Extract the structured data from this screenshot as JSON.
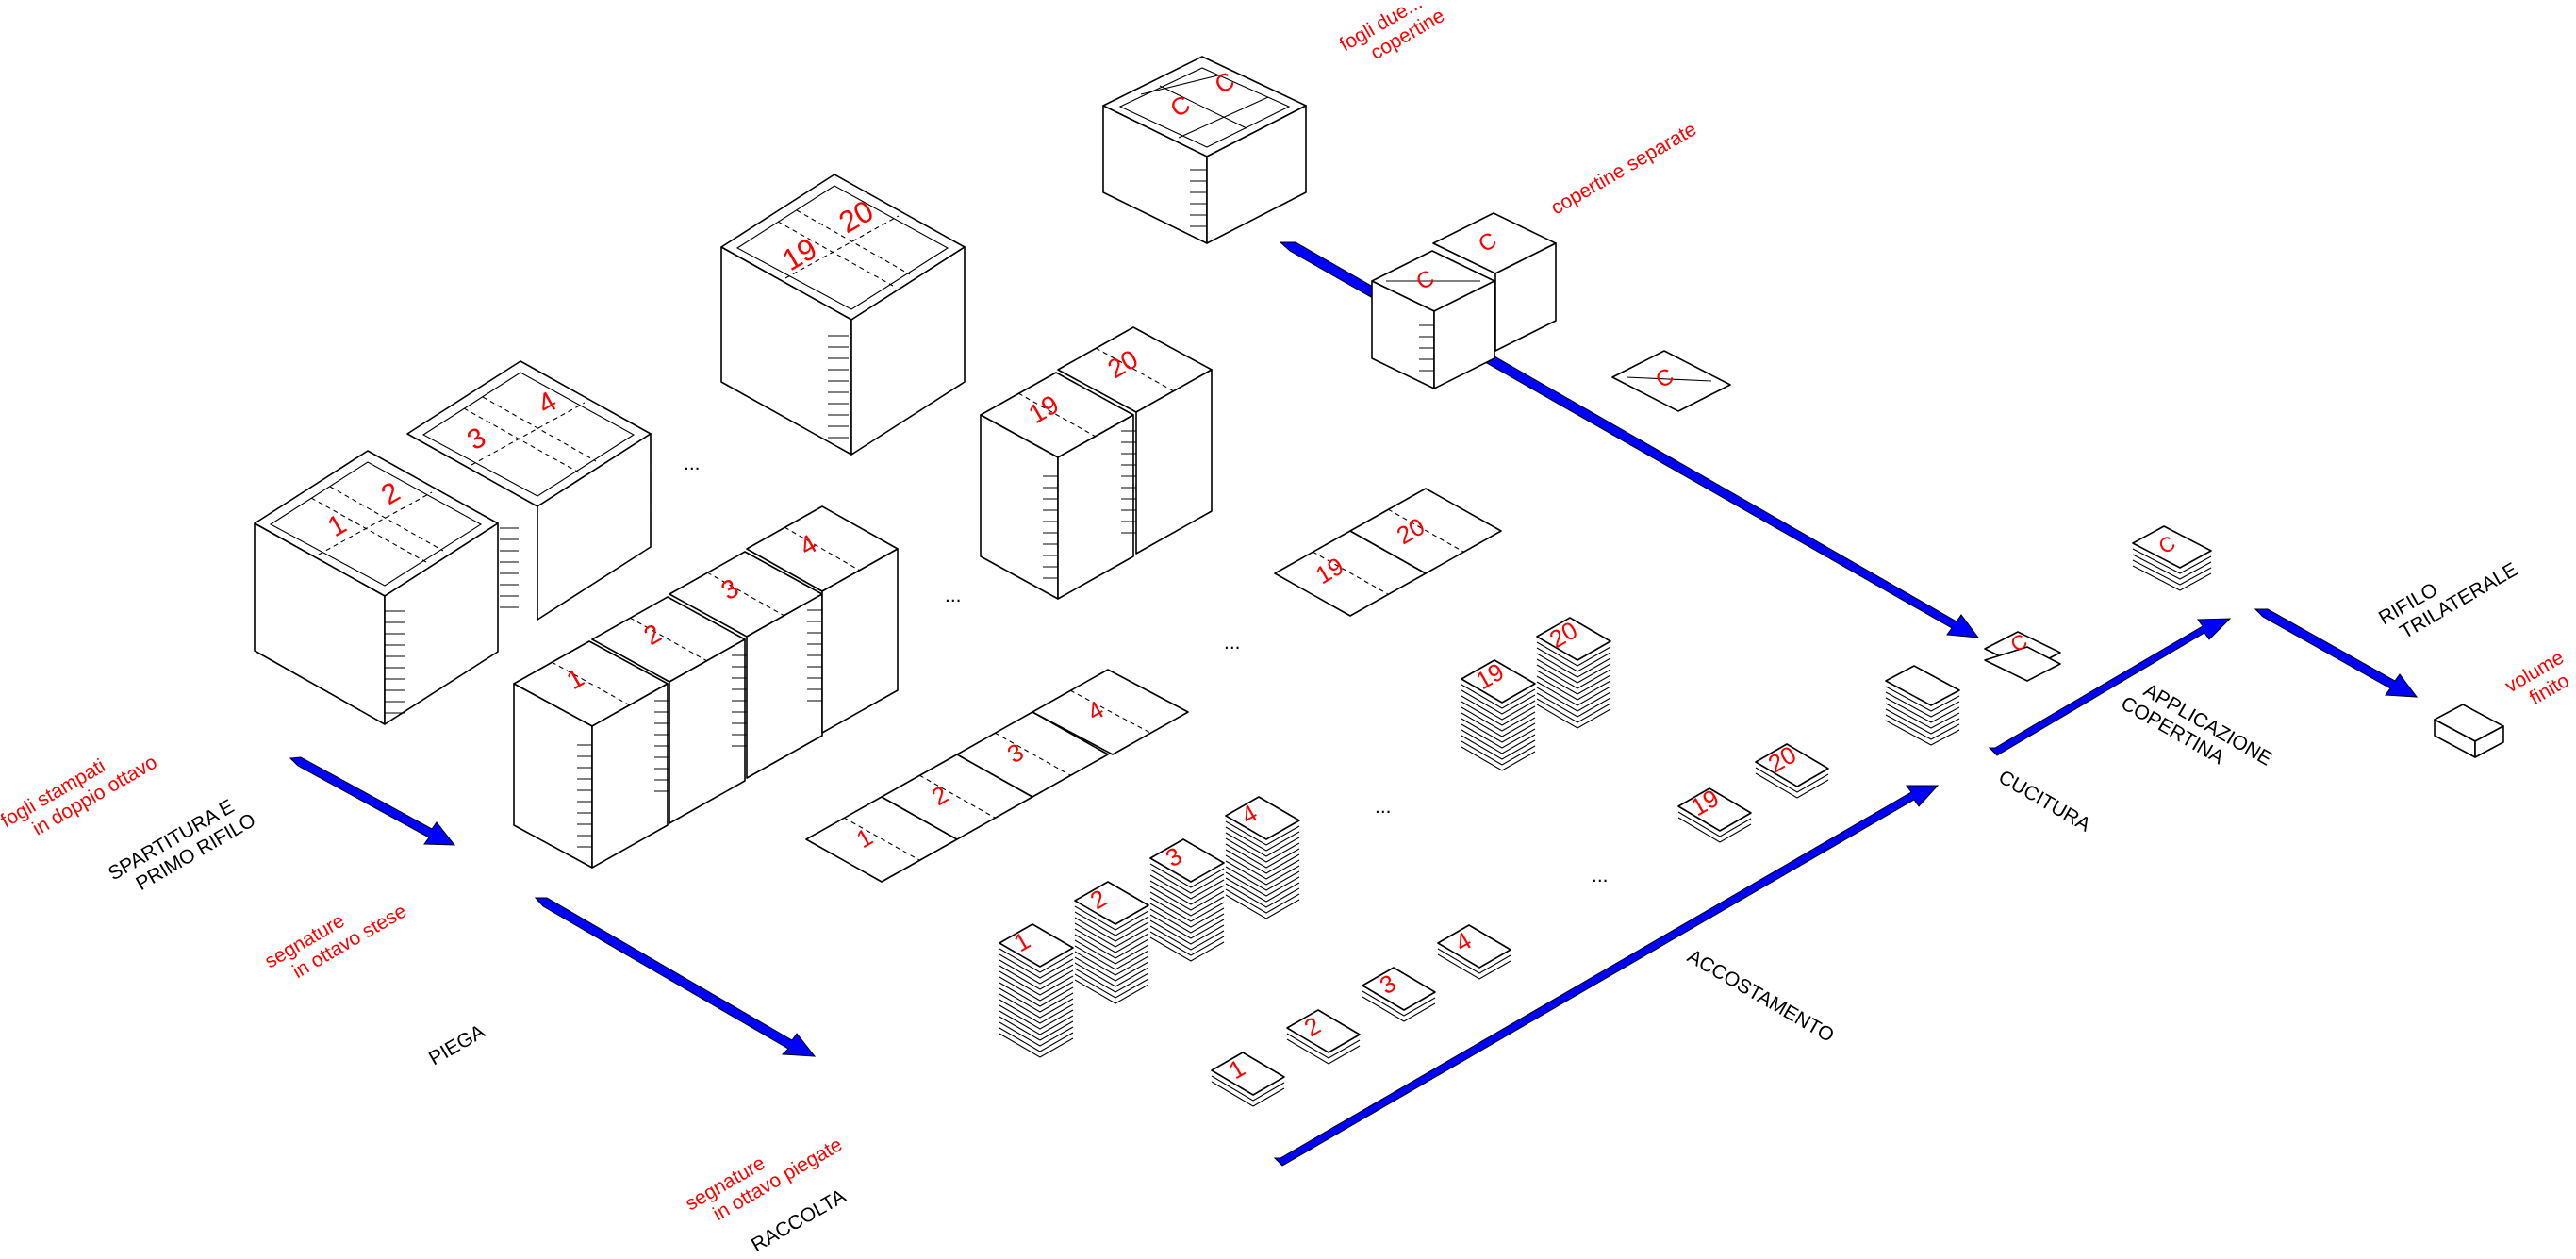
{
  "steps": {
    "spartitura": "SPARTITURA E\nPRIMO RIFILO",
    "piega": "PIEGA",
    "raccolta": "RACCOLTA",
    "accostamento": "ACCOSTAMENTO",
    "cucitura": "CUCITURA",
    "applicazione": "APPLICAZIONE\nCOPERTINA",
    "rifilo": "RIFILO\nTRILATERALE"
  },
  "products": {
    "fogli_stampati": "fogli stampati\nin doppio ottavo",
    "segnature_stese": "segnature\nin ottavo stese",
    "segnature_piegate": "segnature\nin ottavo piegate",
    "fogli_copertine": "fogli due...\ncopertine",
    "copertine_separate": "copertine separate",
    "volume_finito": "volume\nfinito"
  },
  "numbers": {
    "s1": "1",
    "s2": "2",
    "s3": "3",
    "s4": "4",
    "s19": "19",
    "s20": "20",
    "cover": "C"
  },
  "ellipsis": "...",
  "colors": {
    "arrow": "#0000ff",
    "red_text": "#ff0000"
  }
}
